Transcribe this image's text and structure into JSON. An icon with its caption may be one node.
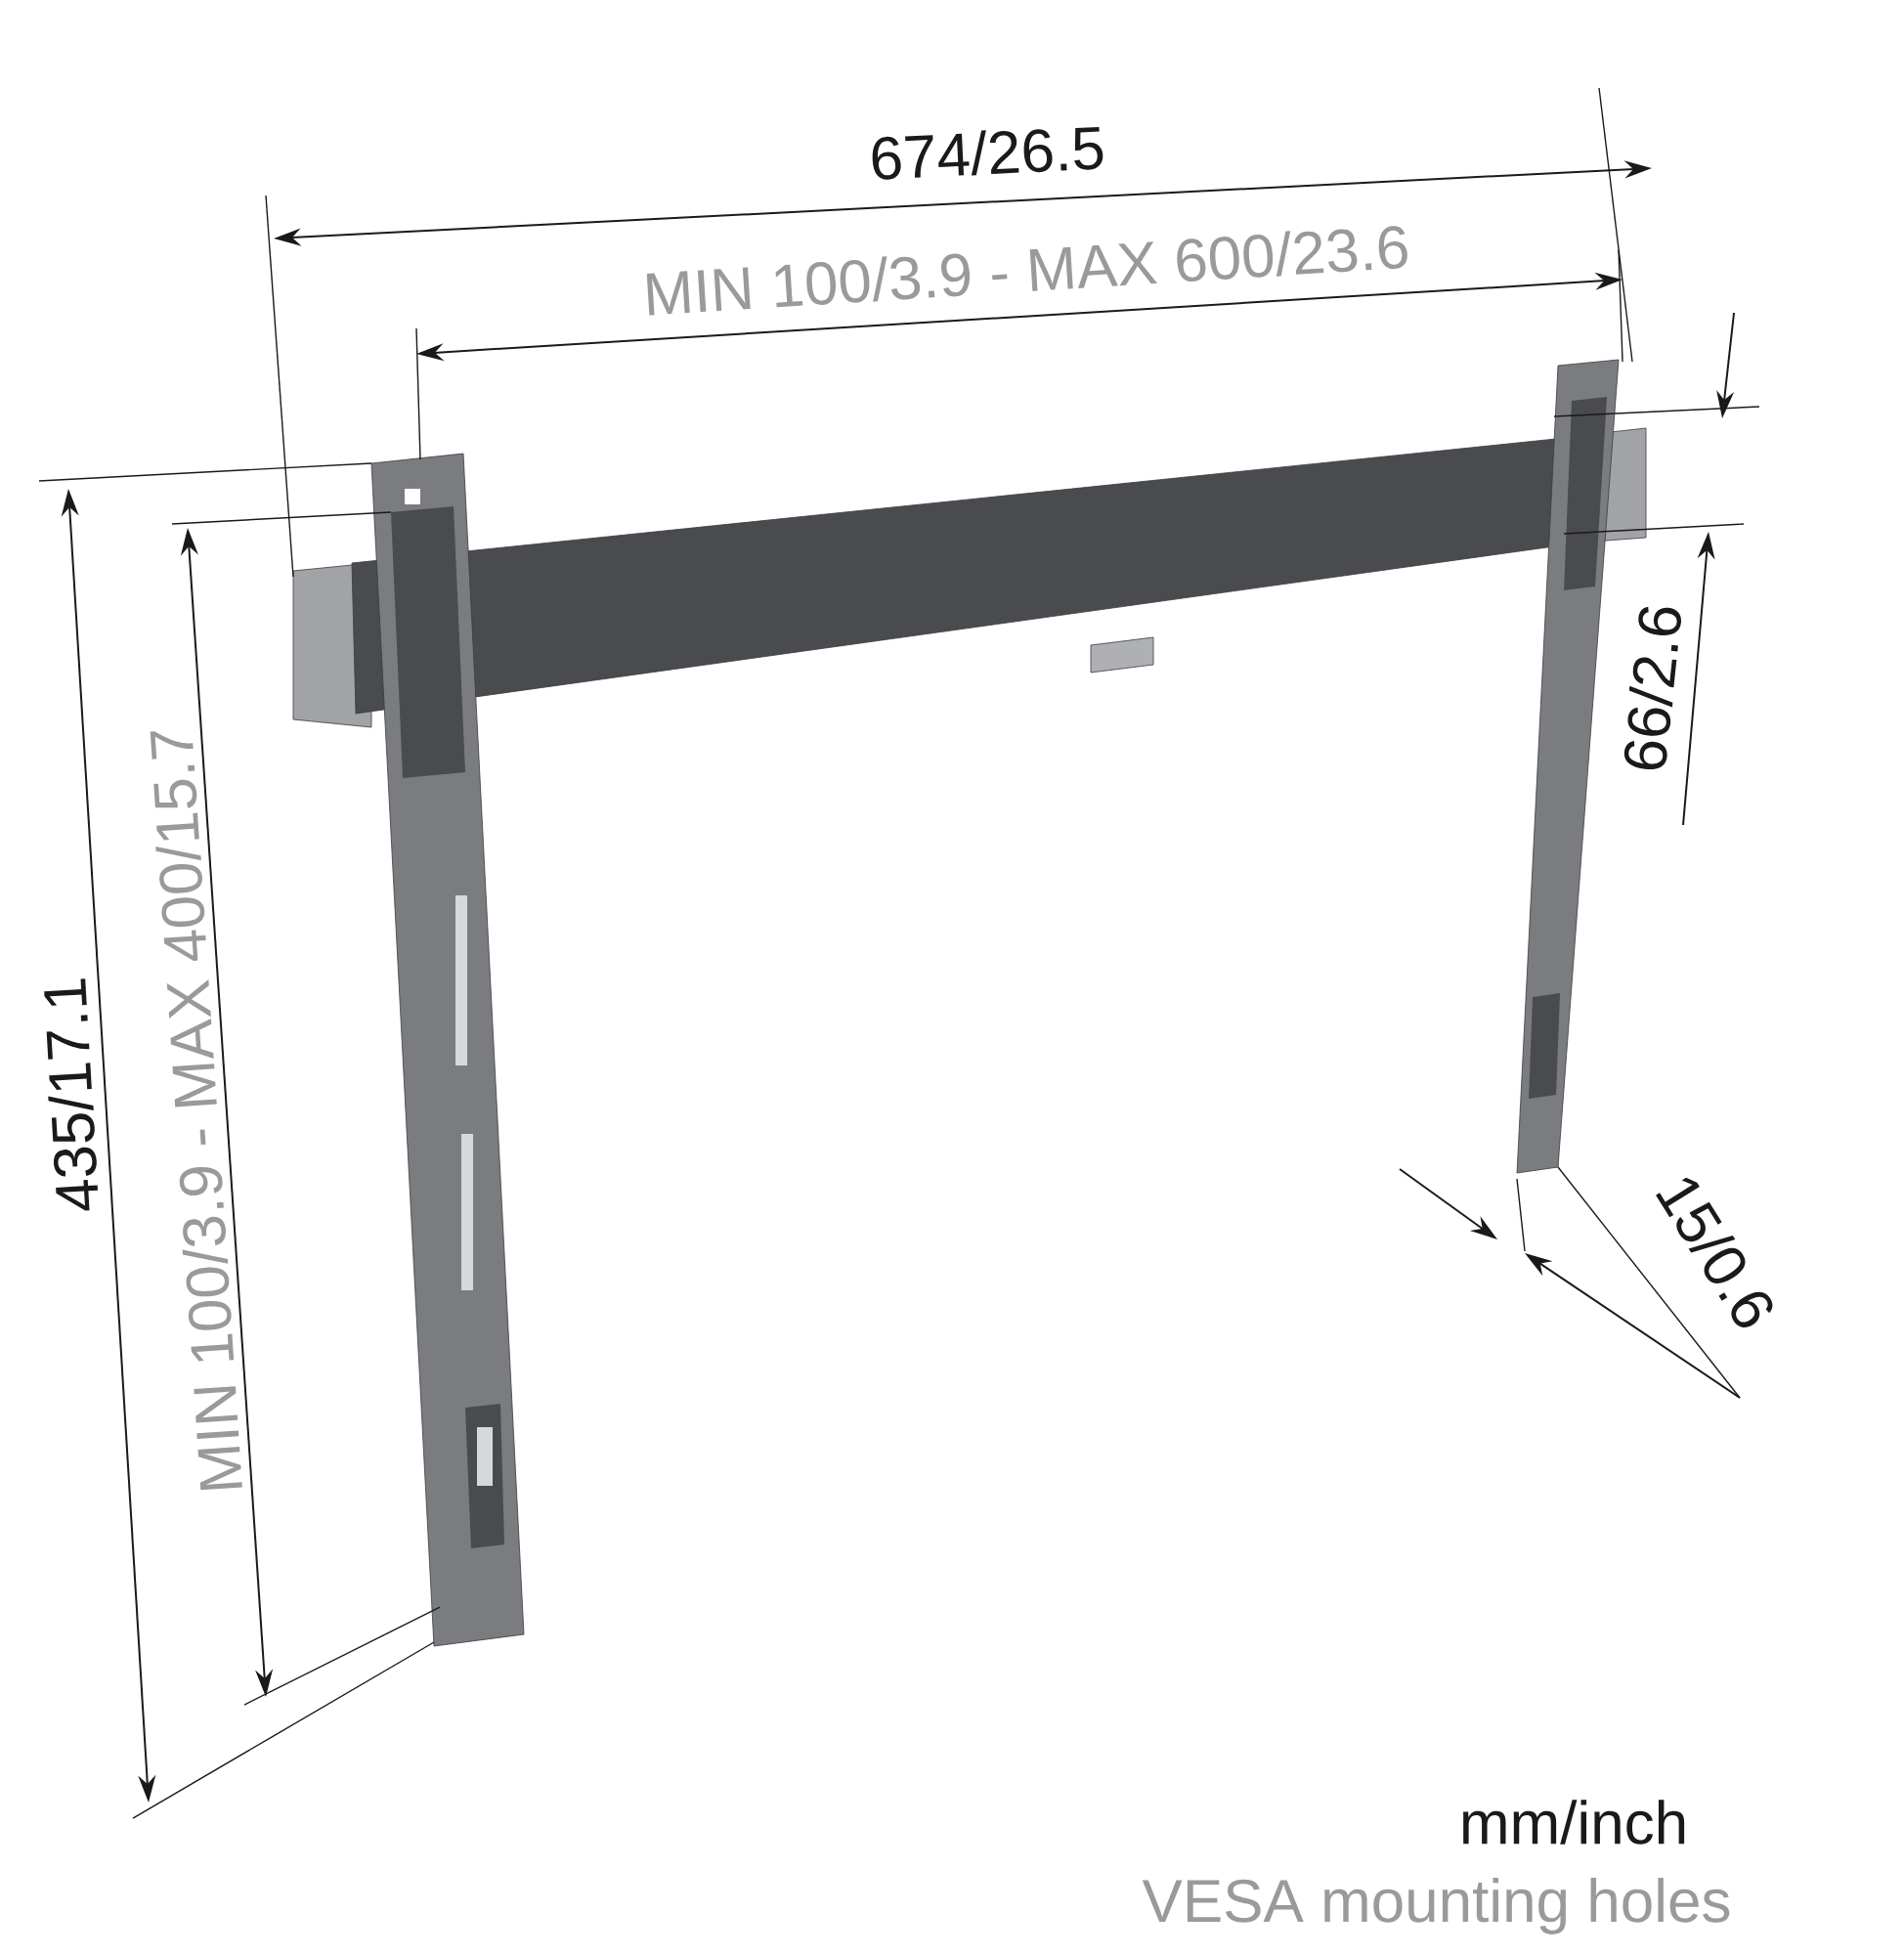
{
  "diagram": {
    "labels": [
      "674/26.5",
      "MIN 100/3.9 - MAX 600/23.6",
      "66/2.6",
      "435/17.1",
      "MIN 100/3.9 - MAX 400/15.7",
      "15/0.6",
      "mm/inch",
      "VESA mounting holes"
    ]
  }
}
